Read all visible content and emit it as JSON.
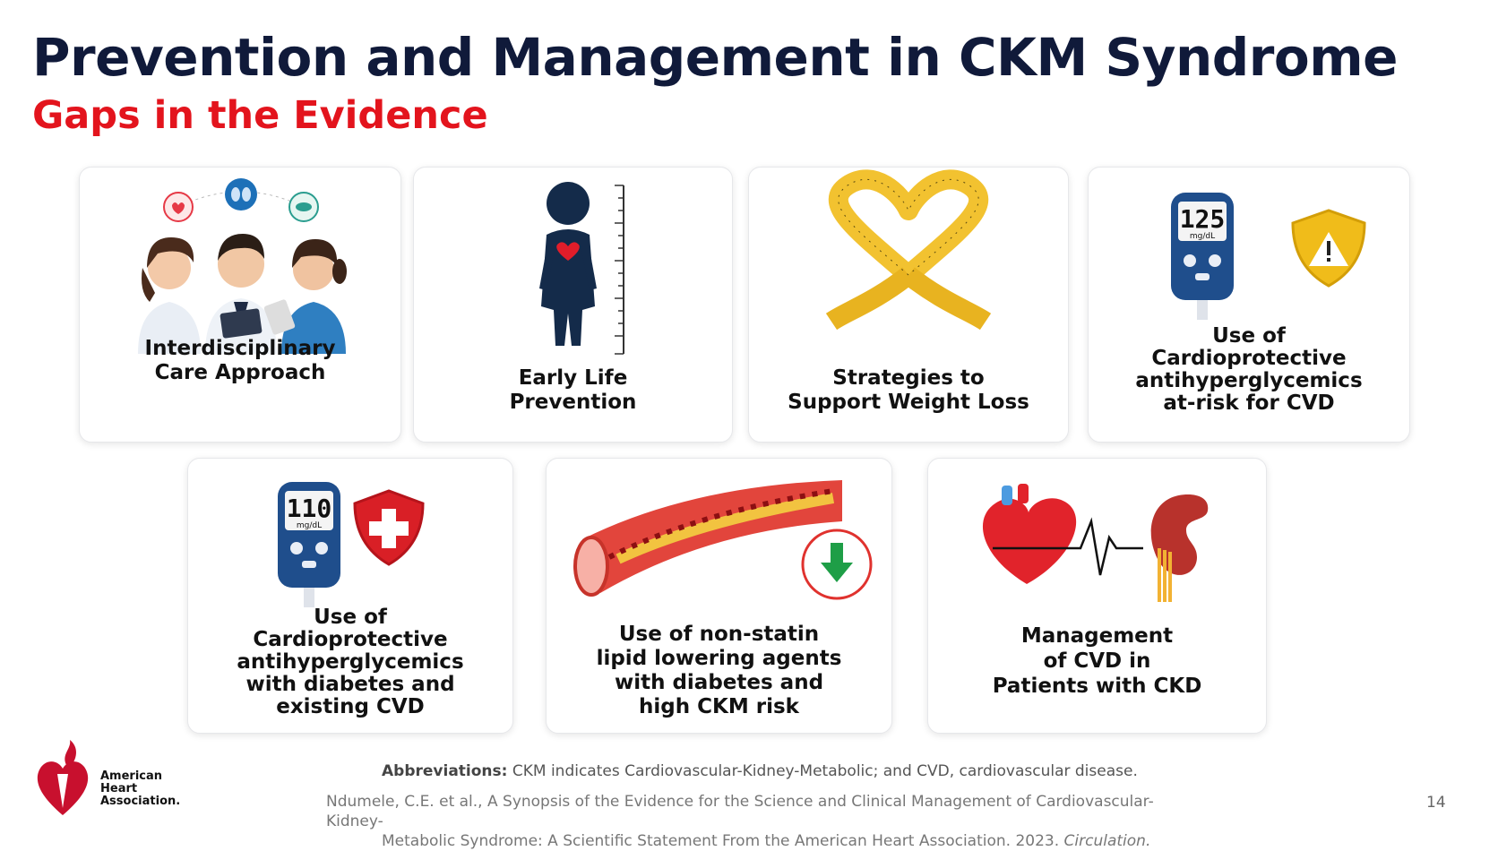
{
  "header": {
    "title": "Prevention and Management in CKM Syndrome",
    "subtitle": "Gaps in the Evidence"
  },
  "cards": [
    {
      "label_lines": [
        "Interdisciplinary",
        "Care Approach"
      ]
    },
    {
      "label_lines": [
        "Early Life",
        "Prevention"
      ]
    },
    {
      "label_lines": [
        "Strategies to",
        "Support Weight Loss"
      ]
    },
    {
      "label_lines": [
        "Use of",
        "Cardioprotective",
        "antihyperglycemics",
        "at-risk for CVD"
      ],
      "meter_value": "125",
      "meter_unit": "mg/dL"
    },
    {
      "label_lines": [
        "Use of",
        "Cardioprotective",
        "antihyperglycemics",
        "with diabetes and",
        "existing CVD"
      ],
      "meter_value": "110",
      "meter_unit": "mg/dL"
    },
    {
      "label_lines": [
        "Use of non-statin",
        "lipid lowering agents",
        "with diabetes and",
        "high CKM risk"
      ]
    },
    {
      "label_lines": [
        "Management",
        "of CVD in",
        "Patients with CKD"
      ]
    }
  ],
  "footer": {
    "abbr_label": "Abbreviations:",
    "abbr_text": " CKM indicates Cardiovascular-Kidney-Metabolic; and CVD, cardiovascular disease.",
    "citation_line1": "Ndumele, C.E. et al., A Synopsis of the Evidence for the Science and Clinical Management of Cardiovascular-Kidney-",
    "citation_line2": "Metabolic Syndrome: A Scientific Statement From the American Heart Association. 2023.",
    "citation_journal": "Circulation.",
    "page_number": "14"
  },
  "logo": {
    "lines": [
      "American",
      "Heart",
      "Association."
    ]
  },
  "colors": {
    "title": "#101a3a",
    "subtitle": "#e3141d",
    "brand_red": "#c8102e"
  }
}
